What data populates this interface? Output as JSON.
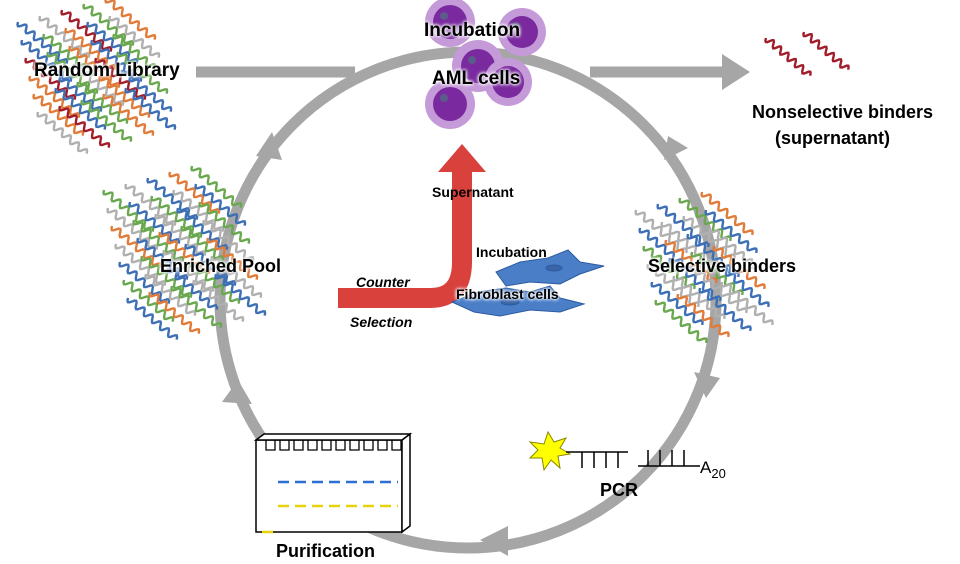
{
  "labels": {
    "random_library": "Random Library",
    "incubation_top": "Incubation",
    "aml_cells": "AML cells",
    "nonselective_line1": "Nonselective binders",
    "nonselective_line2": "(supernatant)",
    "supernatant": "Supernatant",
    "incubation_mid": "Incubation",
    "fibroblast_cells": "Fibroblast cells",
    "counter": "Counter",
    "selection": "Selection",
    "enriched_pool": "Enriched Pool",
    "selective_binders": "Selective binders",
    "pcr": "PCR",
    "a20_base": "A",
    "a20_sub": "20",
    "purification": "Purification"
  },
  "colors": {
    "cycle_gray": "#a6a6a6",
    "aptamer_red": "#a11d2a",
    "aptamer_blue": "#3d6fb5",
    "aptamer_green": "#6aa84f",
    "aptamer_orange": "#e07b39",
    "aptamer_gray": "#b0b0b0",
    "counter_arrow_red": "#d9413d",
    "cell_purple": "#7a2a9e",
    "cell_halo": "#c59ad8",
    "fibroblast_blue": "#4a7fc8",
    "gel_band_blue": "#2e6fd1",
    "gel_band_yellow": "#e8d20a",
    "star_yellow": "#ffff00"
  }
}
